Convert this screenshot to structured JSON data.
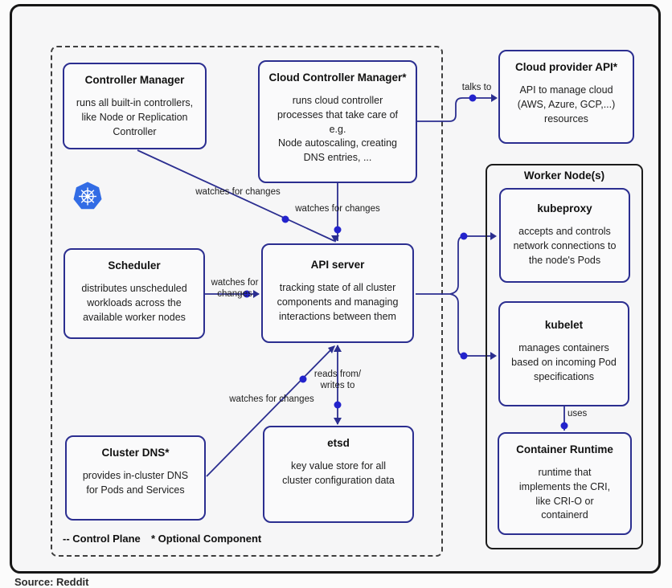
{
  "colors": {
    "box_border": "#2b2e90",
    "edge_line": "#2b2e90",
    "edge_dot": "#2323cc",
    "frame_border": "#161616",
    "kubernetes_blue": "#326ce5",
    "box_fill": "#fafafb",
    "background": "#f6f6f7"
  },
  "icons": {
    "kubernetes_logo": "kubernetes-helm-wheel"
  },
  "worker_node_title": "Worker Node(s)",
  "boxes": {
    "controller_manager": {
      "title": "Controller Manager",
      "body": "runs all built-in controllers,\nlike Node or Replication\nController"
    },
    "cloud_controller_manager": {
      "title": "Cloud Controller Manager*",
      "body": "runs cloud controller\nprocesses that take care of\ne.g.\nNode autoscaling, creating\nDNS entries, ..."
    },
    "cloud_provider_api": {
      "title": "Cloud provider API*",
      "body": "API to manage cloud\n(AWS, Azure, GCP,...)\nresources"
    },
    "scheduler": {
      "title": "Scheduler",
      "body": "distributes unscheduled\nworkloads across the\navailable worker nodes"
    },
    "api_server": {
      "title": "API server",
      "body": "tracking state of all cluster\ncomponents and managing\ninteractions between them"
    },
    "cluster_dns": {
      "title": "Cluster DNS*",
      "body": "provides in-cluster DNS\nfor Pods and Services"
    },
    "etsd": {
      "title": "etsd",
      "body": "key value store for all\ncluster configuration data"
    },
    "kubeproxy": {
      "title": "kubeproxy",
      "body": "accepts and controls\nnetwork connections to\nthe node's Pods"
    },
    "kubelet": {
      "title": "kubelet",
      "body": "manages containers\nbased on incoming Pod\nspecifications"
    },
    "container_runtime": {
      "title": "Container Runtime",
      "body": "runtime that\nimplements the CRI,\nlike CRI-O or\ncontainerd"
    }
  },
  "edge_labels": {
    "talks_to": "talks to",
    "watches_controller_manager": "watches for changes",
    "watches_cloud_controller_manager": "watches for changes",
    "watches_scheduler": "watches for changes",
    "watches_cluster_dns": "watches for changes",
    "reads_writes": "reads from/\nwrites to",
    "uses": "uses"
  },
  "legend": {
    "control_plane": "-- Control Plane",
    "optional_component": "* Optional Component"
  },
  "source_caption": "Source: Reddit"
}
